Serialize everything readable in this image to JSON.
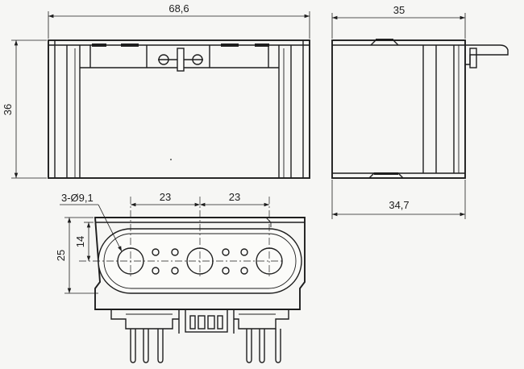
{
  "dimensions": {
    "front_width": "68,6",
    "front_height": "36",
    "side_width_top": "35",
    "side_width_bottom": "34,7",
    "pitch_left": "23",
    "pitch_right": "23",
    "hole_callout": "3-Ø9,1",
    "inner_height": "14",
    "overall_height": "25"
  }
}
